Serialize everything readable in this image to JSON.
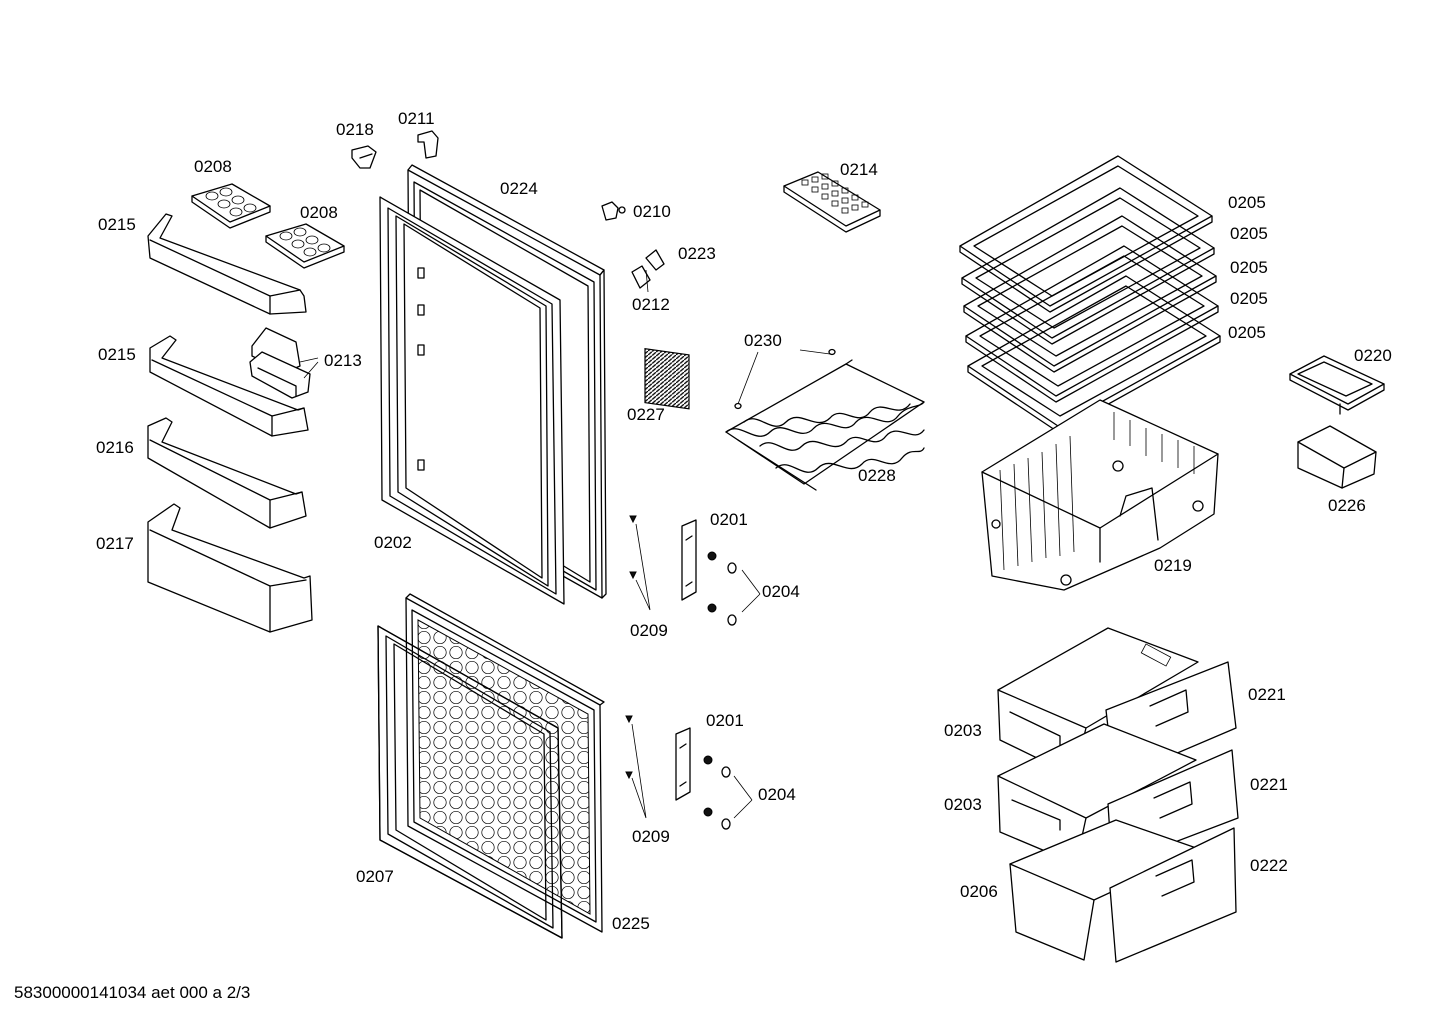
{
  "labels": {
    "p0218": "0218",
    "p0211": "0211",
    "p0208a": "0208",
    "p0208b": "0208",
    "p0224": "0224",
    "p0210": "0210",
    "p0214": "0214",
    "p0205a": "0205",
    "p0205b": "0205",
    "p0205c": "0205",
    "p0205d": "0205",
    "p0205e": "0205",
    "p0215a": "0215",
    "p0215b": "0215",
    "p0213": "0213",
    "p0223": "0223",
    "p0212": "0212",
    "p0230": "0230",
    "p0220": "0220",
    "p0216": "0216",
    "p0227": "0227",
    "p0228": "0228",
    "p0226": "0226",
    "p0217": "0217",
    "p0202": "0202",
    "p0201a": "0201",
    "p0204a": "0204",
    "p0219": "0219",
    "p0209a": "0209",
    "p0221a": "0221",
    "p0203a": "0203",
    "p0201b": "0201",
    "p0204b": "0204",
    "p0221b": "0221",
    "p0203b": "0203",
    "p0209b": "0209",
    "p0222": "0222",
    "p0207": "0207",
    "p0206": "0206",
    "p0225": "0225"
  },
  "footer": "58300000141034 aet 000 a 2/3"
}
